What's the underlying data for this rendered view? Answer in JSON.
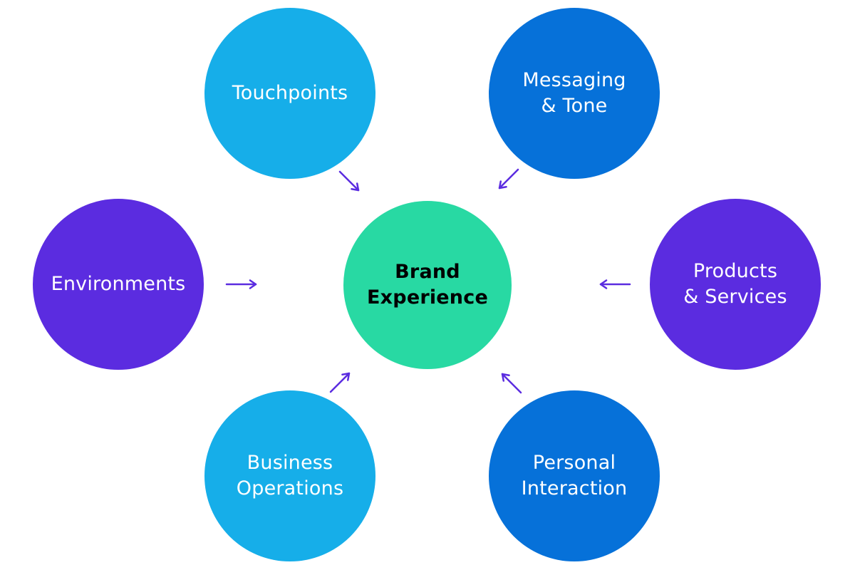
{
  "diagram": {
    "type": "hub-and-spoke",
    "center": {
      "id": "brand-experience",
      "label": "Brand\nExperience",
      "color": "#28d9a3",
      "text_color": "#000000"
    },
    "nodes": [
      {
        "id": "touchpoints",
        "label": "Touchpoints",
        "color": "#16aee9",
        "text_color": "#ffffff",
        "position": "top-left"
      },
      {
        "id": "messaging-tone",
        "label": "Messaging\n& Tone",
        "color": "#0671d9",
        "text_color": "#ffffff",
        "position": "top-right"
      },
      {
        "id": "environments",
        "label": "Environments",
        "color": "#5b2ce0",
        "text_color": "#ffffff",
        "position": "left"
      },
      {
        "id": "products-services",
        "label": "Products\n& Services",
        "color": "#5b2ce0",
        "text_color": "#ffffff",
        "position": "right"
      },
      {
        "id": "business-operations",
        "label": "Business\nOperations",
        "color": "#16aee9",
        "text_color": "#ffffff",
        "position": "bottom-left"
      },
      {
        "id": "personal-interaction",
        "label": "Personal\nInteraction",
        "color": "#0671d9",
        "text_color": "#ffffff",
        "position": "bottom-right"
      }
    ],
    "edges": [
      {
        "from": "touchpoints",
        "to": "brand-experience",
        "direction": "inward"
      },
      {
        "from": "messaging-tone",
        "to": "brand-experience",
        "direction": "inward"
      },
      {
        "from": "environments",
        "to": "brand-experience",
        "direction": "inward"
      },
      {
        "from": "products-services",
        "to": "brand-experience",
        "direction": "inward"
      },
      {
        "from": "business-operations",
        "to": "brand-experience",
        "direction": "inward"
      },
      {
        "from": "personal-interaction",
        "to": "brand-experience",
        "direction": "inward"
      }
    ],
    "arrow_color": "#5b2ce0",
    "background_color": "#ffffff"
  }
}
